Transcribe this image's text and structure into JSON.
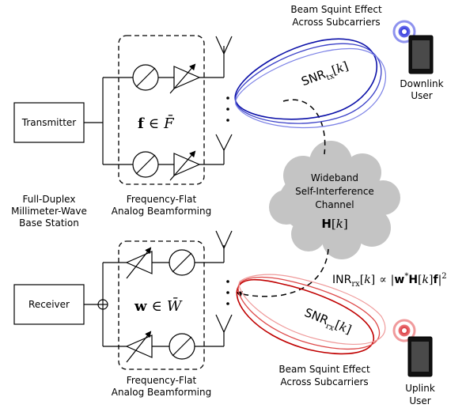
{
  "transmitter": {
    "label": "Transmitter",
    "beamformer_math": "f ∈ F̄",
    "caption_line1": "Frequency-Flat",
    "caption_line2": "Analog Beamforming"
  },
  "receiver": {
    "label": "Receiver",
    "beamformer_math": "w ∈ W̄",
    "caption_line1": "Frequency-Flat",
    "caption_line2": "Analog Beamforming"
  },
  "base_station": {
    "line1": "Full-Duplex",
    "line2": "Millimeter-Wave",
    "line3": "Base Station"
  },
  "channel": {
    "line1": "Wideband",
    "line2": "Self-Interference",
    "line3": "Channel",
    "math": "H[k]"
  },
  "downlink": {
    "squint_line1": "Beam Squint Effect",
    "squint_line2": "Across Subcarriers",
    "snr": "SNRtx[k]",
    "user_line1": "Downlink",
    "user_line2": "User",
    "color": "#1f1fb4"
  },
  "uplink": {
    "squint_line1": "Beam Squint Effect",
    "squint_line2": "Across Subcarriers",
    "snr": "SNRrx[k]",
    "user_line1": "Uplink",
    "user_line2": "User",
    "color": "#d11a1a"
  },
  "inr": {
    "expression": "INRrx[k] ∝ |w*H[k]f|²"
  }
}
